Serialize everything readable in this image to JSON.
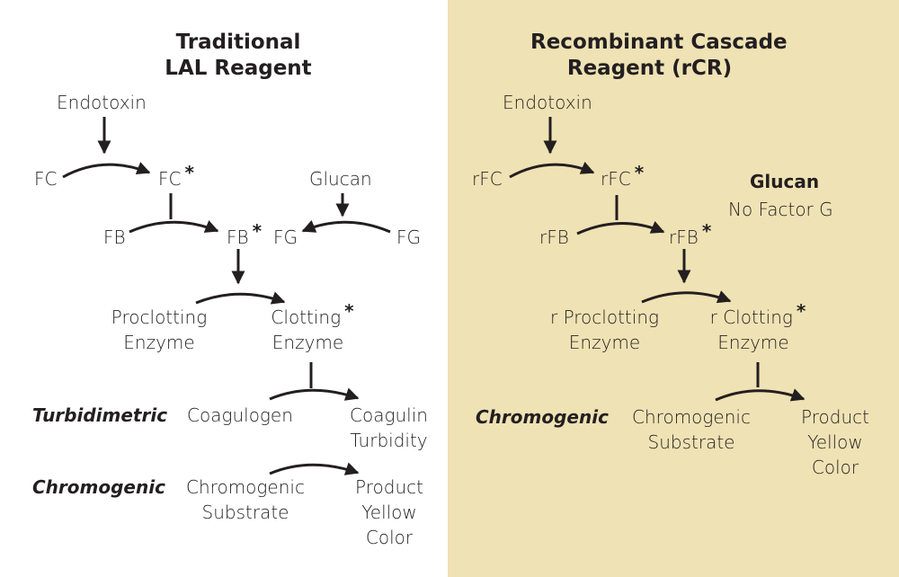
{
  "left": {
    "title_line1": "Traditional",
    "title_line2": "LAL Reagent",
    "endotoxin": "Endotoxin",
    "fc": "FC",
    "fc_active": "FC",
    "glucan": "Glucan",
    "fb": "FB",
    "fb_active": "FB",
    "fg_active": "FG",
    "fg": "FG",
    "proclotting_line1": "Proclotting",
    "proclotting_line2": "Enzyme",
    "clotting_line1": "Clotting",
    "clotting_line2": "Enzyme",
    "turbidimetric_label": "Turbidimetric",
    "coagulogen": "Coagulogen",
    "coagulin_line1": "Coagulin",
    "coagulin_line2": "Turbidity",
    "chromogenic_label": "Chromogenic",
    "substrate_line1": "Chromogenic",
    "substrate_line2": "Substrate",
    "product_line1": "Product",
    "product_line2": "Yellow",
    "product_line3": "Color"
  },
  "right": {
    "title_line1": "Recombinant Cascade",
    "title_line2": "Reagent (rCR)",
    "endotoxin": "Endotoxin",
    "rfc": "rFC",
    "rfc_active": "rFC",
    "glucan": "Glucan",
    "no_factor_g": "No Factor G",
    "rfb": "rFB",
    "rfb_active": "rFB",
    "proclotting_line1": "r Proclotting",
    "proclotting_line2": "Enzyme",
    "clotting_line1": "r Clotting",
    "clotting_line2": "Enzyme",
    "chromogenic_label": "Chromogenic",
    "substrate_line1": "Chromogenic",
    "substrate_line2": "Substrate",
    "product_line1": "Product",
    "product_line2": "Yellow",
    "product_line3": "Color"
  },
  "activated_marker": "*",
  "colors": {
    "right_panel_bg": "#efe2b4",
    "left_panel_bg": "#ffffff",
    "ink": "#231f20"
  }
}
